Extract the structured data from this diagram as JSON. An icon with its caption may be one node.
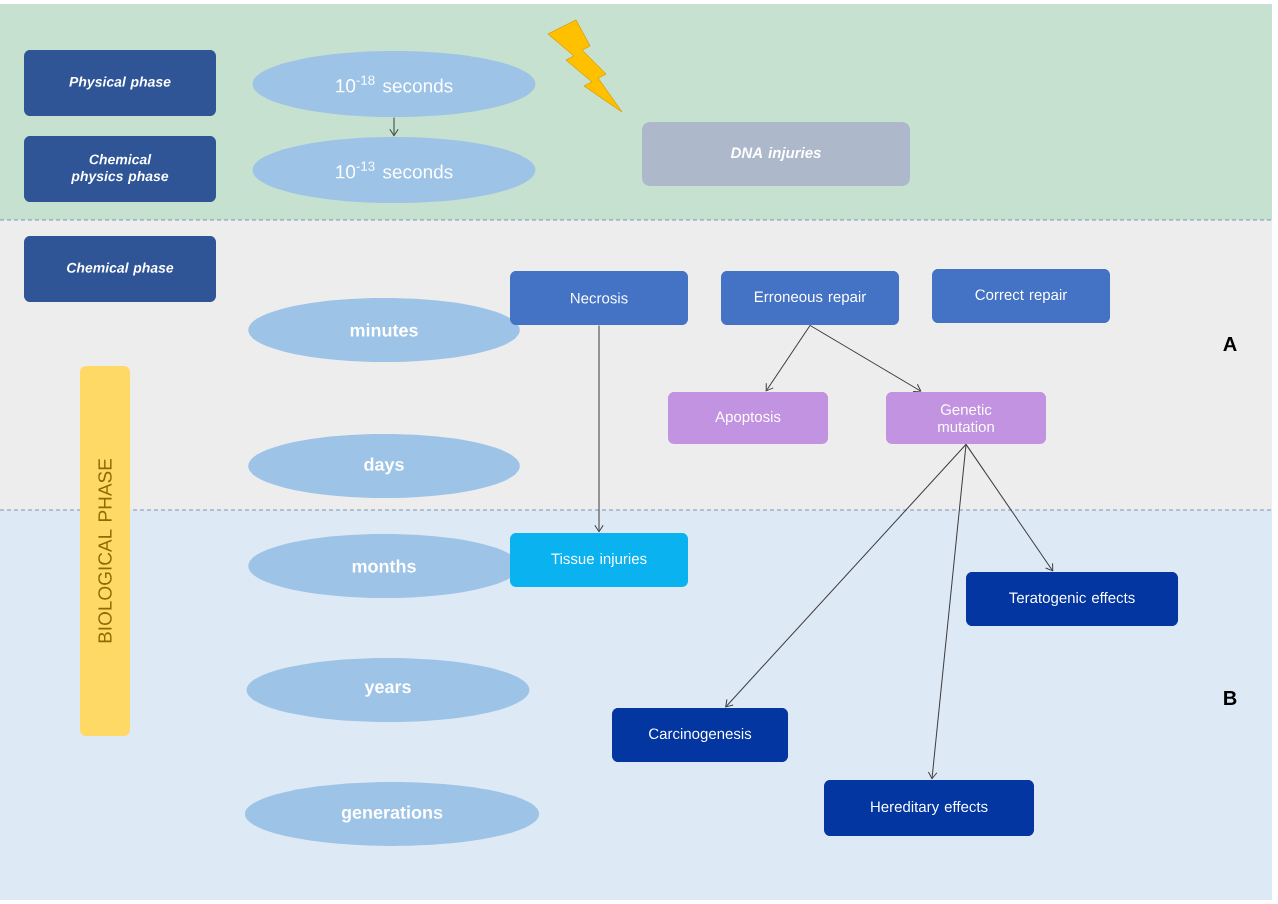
{
  "diagram": {
    "nodes": [
      {
        "text": [
          "Physical phase"
        ]
      },
      {
        "text": [
          "Chemical physics phase"
        ]
      },
      {
        "text": [
          "Chemical phase"
        ]
      },
      {
        "text": [
          "10$^{-18}$ seconds"
        ]
      },
      {
        "text": [
          "10$^{-13}$ seconds"
        ]
      },
      {
        "text": [
          "DNA injuries"
        ]
      },
      {
        "text": [
          "minutes"
        ]
      },
      {
        "text": [
          "days"
        ]
      },
      {
        "text": [
          "months"
        ]
      },
      {
        "text": [
          "years"
        ]
      },
      {
        "text": [
          "generations"
        ]
      },
      {
        "text": [
          "BIOLOGICAL PHASE"
        ]
      },
      {
        "text": [
          "Necrosis"
        ]
      },
      {
        "text": [
          "Erroneous repair"
        ]
      },
      {
        "text": [
          "Correct repair"
        ]
      },
      {
        "text": [
          "Apoptosis"
        ]
      },
      {
        "text": [
          "Genetic mutation"
        ]
      },
      {
        "text": [
          "Tissue injuries"
        ]
      },
      {
        "text": [
          "Teratogenic effects"
        ]
      },
      {
        "text": [
          "Carcinogenesis"
        ]
      },
      {
        "text": [
          "Hereditary effects"
        ]
      }
    ],
    "edges": [
      {
        "from": 3,
        "to": 4,
        "arrow": "to"
      },
      {
        "from": 12,
        "to": 17,
        "arrow": "to"
      },
      {
        "from": 13,
        "to": 15,
        "arrow": "to"
      },
      {
        "from": 13,
        "to": 16,
        "arrow": "to"
      },
      {
        "from": 16,
        "to": 18,
        "arrow": "to"
      },
      {
        "from": 16,
        "to": 19,
        "arrow": "to"
      },
      {
        "from": 16,
        "to": 20,
        "arrow": "to"
      }
    ],
    "labels": [
      "A",
      "B"
    ]
  }
}
